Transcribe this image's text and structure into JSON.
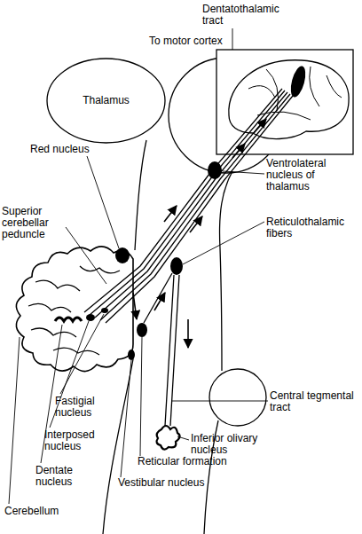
{
  "diagram": {
    "nodes": [
      {
        "text": [
          "Thalamus"
        ]
      }
    ],
    "labels": [
      "Dentatothalamic tract",
      "To motor cortex",
      "Red nucleus",
      "Ventrolateral nucleus of thalamus",
      "Superior cerebellar peduncle",
      "Reticulothalamic fibers",
      "Central tegmental tract",
      "Inferior olivary nucleus",
      "Fastigial nucleus",
      "Interposed nucleus",
      "Dentate nucleus",
      "Reticular formation",
      "Vestibular nucleus",
      "Cerebellum"
    ]
  }
}
